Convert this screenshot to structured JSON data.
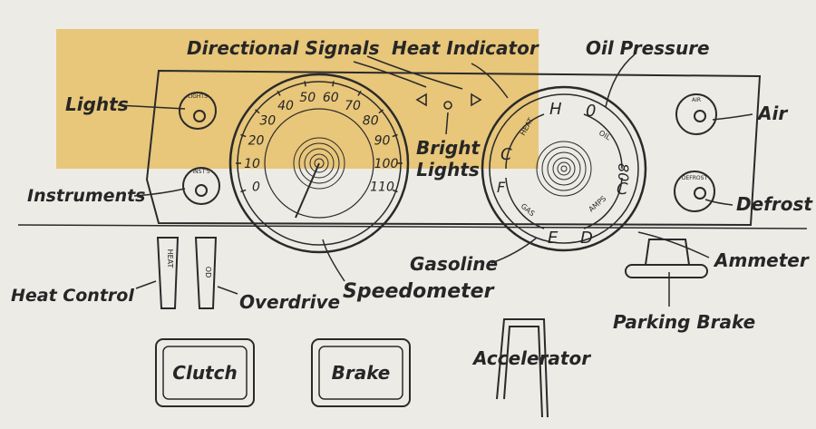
{
  "labels": {
    "directional_signals": "Directional Signals",
    "heat_indicator": "Heat Indicator",
    "oil_pressure": "Oil Pressure",
    "lights": "Lights",
    "instruments": "Instruments",
    "bright_lights": "Bright Lights",
    "air": "Air",
    "defrost": "Defrost",
    "ammeter": "Ammeter",
    "gasoline": "Gasoline",
    "speedometer": "Speedometer",
    "heat_control": "Heat Control",
    "overdrive": "Overdrive",
    "parking_brake": "Parking Brake",
    "accelerator": "Accelerator"
  },
  "knobs": {
    "lights": "LIGHTS",
    "insts": "INST'S",
    "air": "AIR",
    "defrost": "DEFROST"
  },
  "levers": {
    "heat": "HEAT",
    "od": "OD"
  },
  "pedals": {
    "clutch": "Clutch",
    "brake": "Brake"
  },
  "speedometer_ticks": [
    "0",
    "10",
    "20",
    "30",
    "40",
    "50",
    "60",
    "70",
    "80",
    "90",
    "100",
    "110"
  ],
  "combo_gauge": {
    "heat": "HEAT",
    "heat_c": "C",
    "heat_h": "H",
    "oil": "OIL",
    "oil_0": "0",
    "oil_80": "80",
    "gas": "GAS",
    "gas_e": "E",
    "gas_f": "F",
    "amps": "AMPS",
    "amps_d": "D",
    "amps_c": "C"
  },
  "colors": {
    "highlight": "#e8c066"
  }
}
